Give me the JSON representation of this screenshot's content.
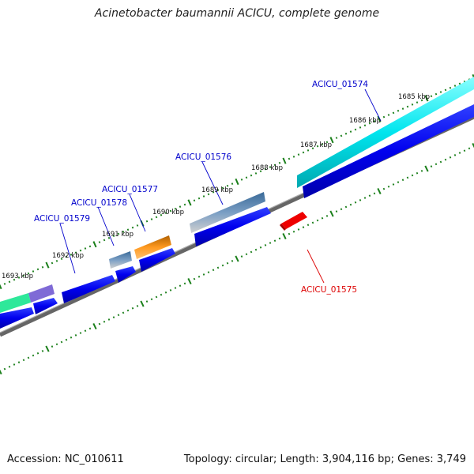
{
  "title": "Acinetobacter baumannii ACICU, complete genome",
  "footer": {
    "accession": "Accession: NC_010611",
    "summary": "Topology: circular; Length: 3,904,116 bp; Genes: 3,749"
  },
  "kbp_labels": [
    "1685 kbp",
    "1686 kbp",
    "1687 kbp",
    "1688 kbp",
    "1689 kbp",
    "1690 kbp",
    "1691 kbp",
    "1692 kbp",
    "1693 kbp"
  ],
  "gene_labels": [
    {
      "name": "ACICU_01574",
      "color": "#0000cc"
    },
    {
      "name": "ACICU_01576",
      "color": "#0000cc"
    },
    {
      "name": "ACICU_01577",
      "color": "#0000cc"
    },
    {
      "name": "ACICU_01578",
      "color": "#0000cc"
    },
    {
      "name": "ACICU_01579",
      "color": "#0000cc"
    },
    {
      "name": "ACICU_01575",
      "color": "#dd0000"
    }
  ],
  "colors": {
    "backbone": "#777777",
    "tick": "#1a7f1a",
    "forward_cds": "#0000ee",
    "reverse_cds": "#ee0000",
    "cyan": "#00e5ee",
    "steelblue": "#4682b4",
    "orange": "#ff8c00",
    "purple": "#6a5acd",
    "green": "#2ee89a"
  }
}
